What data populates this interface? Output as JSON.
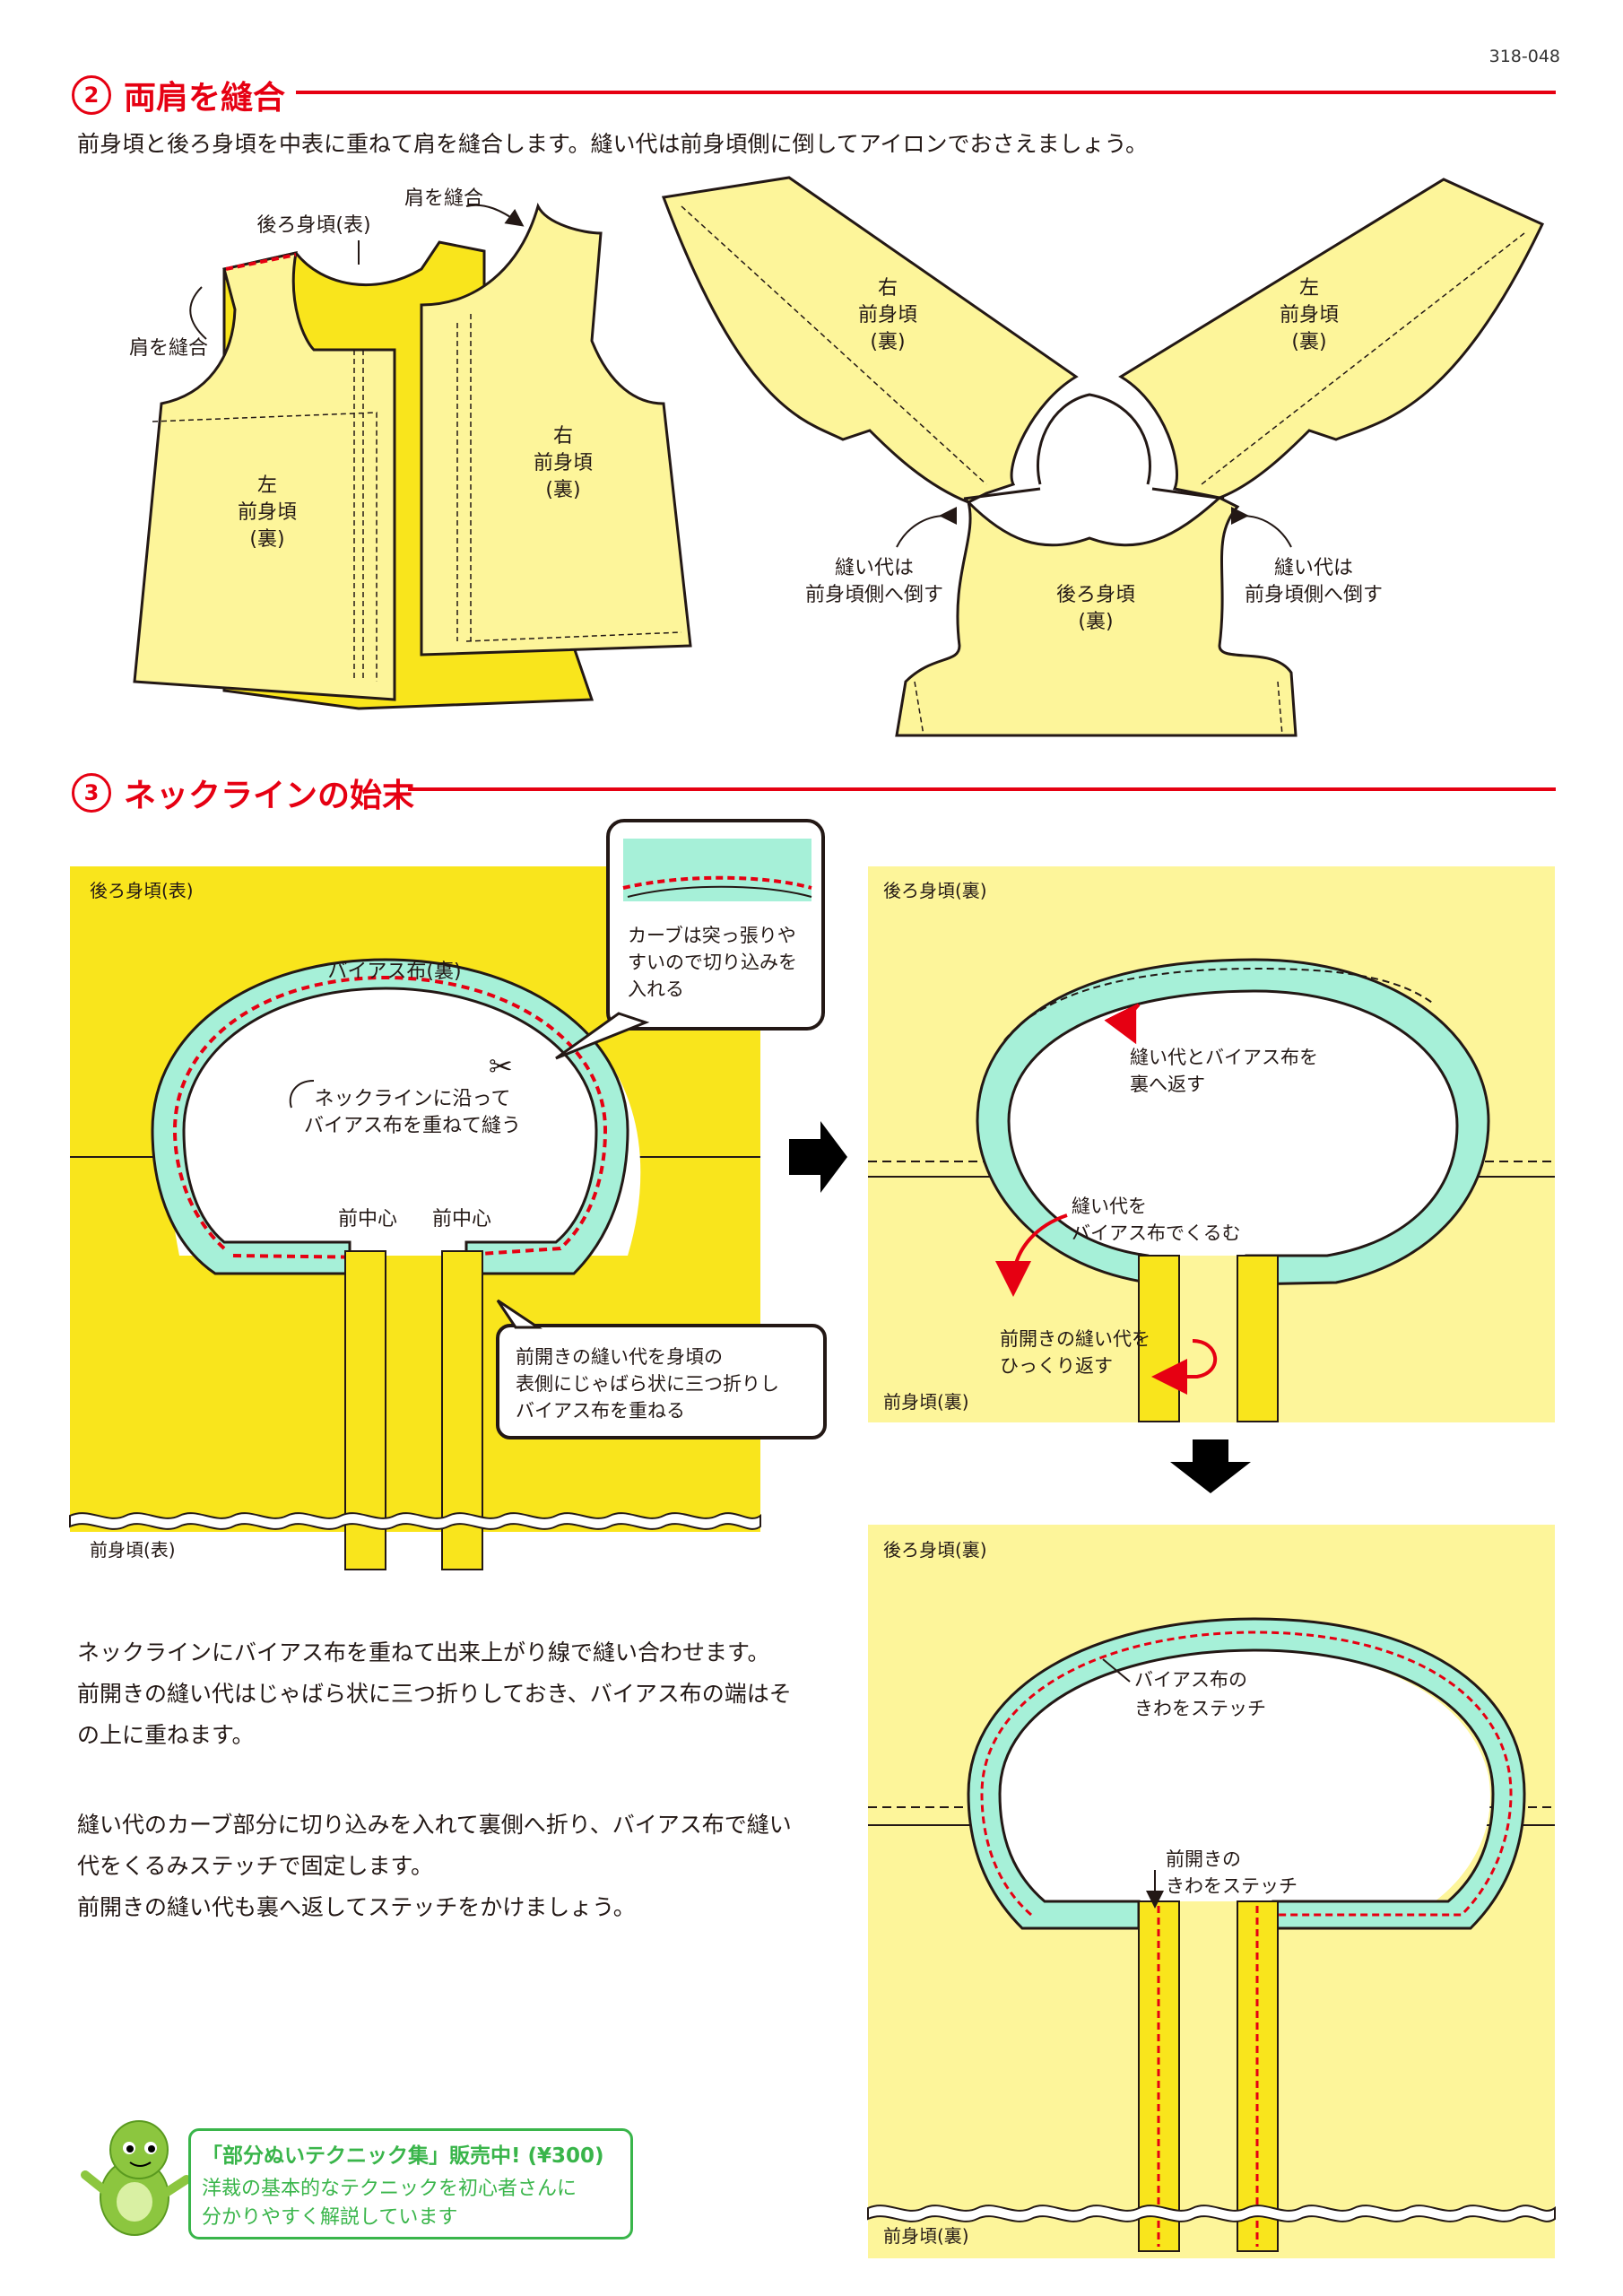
{
  "page_code": "318-048",
  "section2": {
    "number": "2",
    "title": "両肩を縫合",
    "description": "前身頃と後ろ身頃を中表に重ねて肩を縫合します。縫い代は前身頃側に倒してアイロンでおさえましょう。",
    "labels": {
      "back_body_front": "後ろ身頃(表)",
      "sew_shoulder_right": "肩を縫合",
      "sew_shoulder_left": "肩を縫合",
      "left_front_1": "左",
      "left_front_2": "前身頃",
      "left_front_3": "(裏)",
      "right_front_1": "右",
      "right_front_2": "前身頃",
      "right_front_3": "(裏)",
      "right_front_b1": "右",
      "right_front_b2": "前身頃",
      "right_front_b3": "(裏)",
      "left_front_b1": "左",
      "left_front_b2": "前身頃",
      "left_front_b3": "(裏)",
      "back_body_1": "後ろ身頃",
      "back_body_2": "(裏)",
      "seam_note_l1": "縫い代は",
      "seam_note_l2": "前身頃側へ倒す",
      "seam_note_r1": "縫い代は",
      "seam_note_r2": "前身頃側へ倒す"
    }
  },
  "section3": {
    "number": "3",
    "title": "ネックラインの始末",
    "labels": {
      "back_front_tl": "後ろ身頃(表)",
      "front_front_bl": "前身頃(表)",
      "bias_back": "バイアス布(裏)",
      "sew_note_1": "ネックラインに沿って",
      "sew_note_2": "バイアス布を重ねて縫う",
      "center_front_1": "前中心",
      "center_front_2": "前中心",
      "callout_curve_1": "カーブは突っ張りや",
      "callout_curve_2": "すいので切り込みを",
      "callout_curve_3": "入れる",
      "callout_fold_1": "前開きの縫い代を身頃の",
      "callout_fold_2": "表側にじゃばら状に三つ折りし",
      "callout_fold_3": "バイアス布を重ねる",
      "back_back_tr": "後ろ身頃(裏)",
      "front_back_tr": "前身頃(裏)",
      "turn_note_1": "縫い代とバイアス布を",
      "turn_note_2": "裏へ返す",
      "wrap_note_1": "縫い代を",
      "wrap_note_2": "バイアス布でくるむ",
      "flip_note_1": "前開きの縫い代を",
      "flip_note_2": "ひっくり返す",
      "back_back_br": "後ろ身頃(裏)",
      "front_back_br": "前身頃(裏)",
      "stitch_note_1": "バイアス布の",
      "stitch_note_2": "きわをステッチ",
      "opening_note_1": "前開きの",
      "opening_note_2": "きわをステッチ"
    },
    "paragraph1": [
      "ネックラインにバイアス布を重ねて出来上がり線で縫い合わせます。",
      "前開きの縫い代はじゃばら状に三つ折りしておき、バイアス布の端はそ",
      "の上に重ねます。"
    ],
    "paragraph2": [
      "縫い代のカーブ部分に切り込みを入れて裏側へ折り、バイアス布で縫い",
      "代をくるみステッチで固定します。",
      "前開きの縫い代も裏へ返してステッチをかけましょう。"
    ]
  },
  "promo": {
    "title": "「部分ぬいテクニック集」販売中! (¥300)",
    "line1": "洋裁の基本的なテクニックを初心者さんに",
    "line2": "分かりやすく解説しています"
  },
  "colors": {
    "accent_red": "#e60012",
    "pale_yellow": "#fdf59a",
    "bright_yellow": "#f9e51c",
    "mint": "#a6f0d8",
    "green": "#39b54a"
  }
}
